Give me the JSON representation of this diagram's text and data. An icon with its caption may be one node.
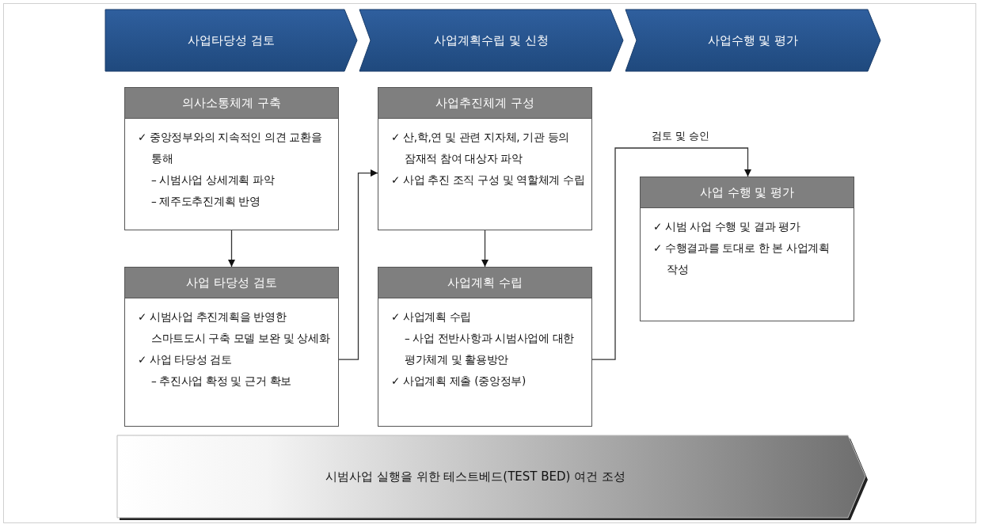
{
  "diagram": {
    "nodes": [
      {
        "text": [
          "사업타당성 검토"
        ]
      },
      {
        "text": [
          "사업계획수립 및 신청"
        ]
      },
      {
        "text": [
          "사업수행 및 평가"
        ]
      },
      {
        "text": [
          "의사소통체계 구축",
          "✓ 중앙정부와의 지속적인 의견 교환을 통해",
          "– 시범사업 상세계획 파악",
          "– 제주도추진계획 반영"
        ]
      },
      {
        "text": [
          "사업 타당성 검토",
          "✓ 시범사업 추진계획을 반영한 스마트도시 구축 모델 보완 및 상세화",
          "✓ 사업 타당성 검토",
          "– 추진사업 확정 및 근거 확보"
        ]
      },
      {
        "text": [
          "사업추진체계 구성",
          "✓ 산,학,연 및 관련 지자체, 기관 등의 잠재적 참여 대상자 파악",
          "✓ 사업 추진 조직 구성 및 역할체계 수립"
        ]
      },
      {
        "text": [
          "사업계획 수립",
          "✓ 사업계획 수립",
          "– 사업 전반사항과 시범사업에 대한 평가체계 및 활용방안",
          "✓ 사업계획 제출 (중앙정부)"
        ]
      },
      {
        "text": [
          "사업 수행 및 평가",
          "✓ 시범 사업 수행 및 결과 평가",
          "✓ 수행결과를 토대로 한 본 사업계획 작성"
        ]
      },
      {
        "text": [
          "시범사업 실행을 위한 테스트베드(TEST BED) 여건 조성"
        ]
      }
    ],
    "edges": [
      {
        "from": 3,
        "to": 4,
        "arrow": "to"
      },
      {
        "from": 4,
        "to": 5,
        "arrow": "to"
      },
      {
        "from": 5,
        "to": 6,
        "arrow": "to"
      },
      {
        "from": 6,
        "to": 7,
        "arrow": "to",
        "label": "검토 및 승인"
      }
    ]
  }
}
